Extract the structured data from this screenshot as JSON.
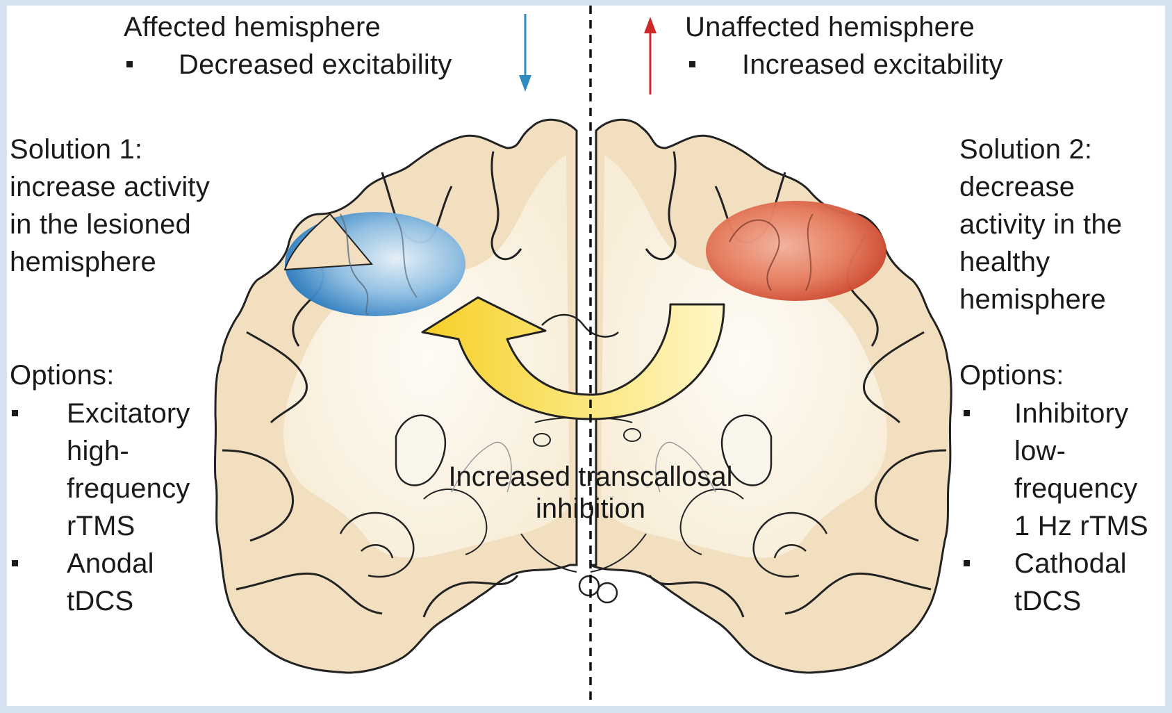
{
  "top": {
    "left_title": "Affected hemisphere",
    "left_bullet": "Decreased excitability",
    "right_title": "Unaffected hemisphere",
    "right_bullet": "Increased excitability"
  },
  "left_panel": {
    "solution_lines": [
      "Solution 1:",
      "increase activity",
      "in the lesioned",
      "hemisphere"
    ],
    "options_heading": "Options:",
    "option1_lines": [
      "Excitatory",
      "high-",
      "frequency",
      "rTMS"
    ],
    "option2_lines": [
      "Anodal",
      "tDCS"
    ]
  },
  "right_panel": {
    "solution_lines": [
      "Solution 2:",
      "decrease",
      "activity in the",
      "healthy",
      "hemisphere"
    ],
    "options_heading": "Options:",
    "option1_lines": [
      "Inhibitory",
      "low-",
      "frequency",
      "1 Hz rTMS"
    ],
    "option2_lines": [
      "Cathodal",
      "tDCS"
    ]
  },
  "center": {
    "label_line1": "Increased transcallosal",
    "label_line2": "inhibition"
  },
  "colors": {
    "frame": "#d4e1ef",
    "brain_fill": "#f1dfbf",
    "white_matter": "#fbf6ec",
    "down_arrow": "#2f8bc2",
    "up_arrow": "#cc2a2a",
    "left_region": "#3f8fce",
    "right_region": "#e0654a",
    "transcallosal_arrow": "#f5d02c"
  },
  "icons": {
    "down_arrow": "arrow-down-icon",
    "up_arrow": "arrow-up-icon"
  }
}
